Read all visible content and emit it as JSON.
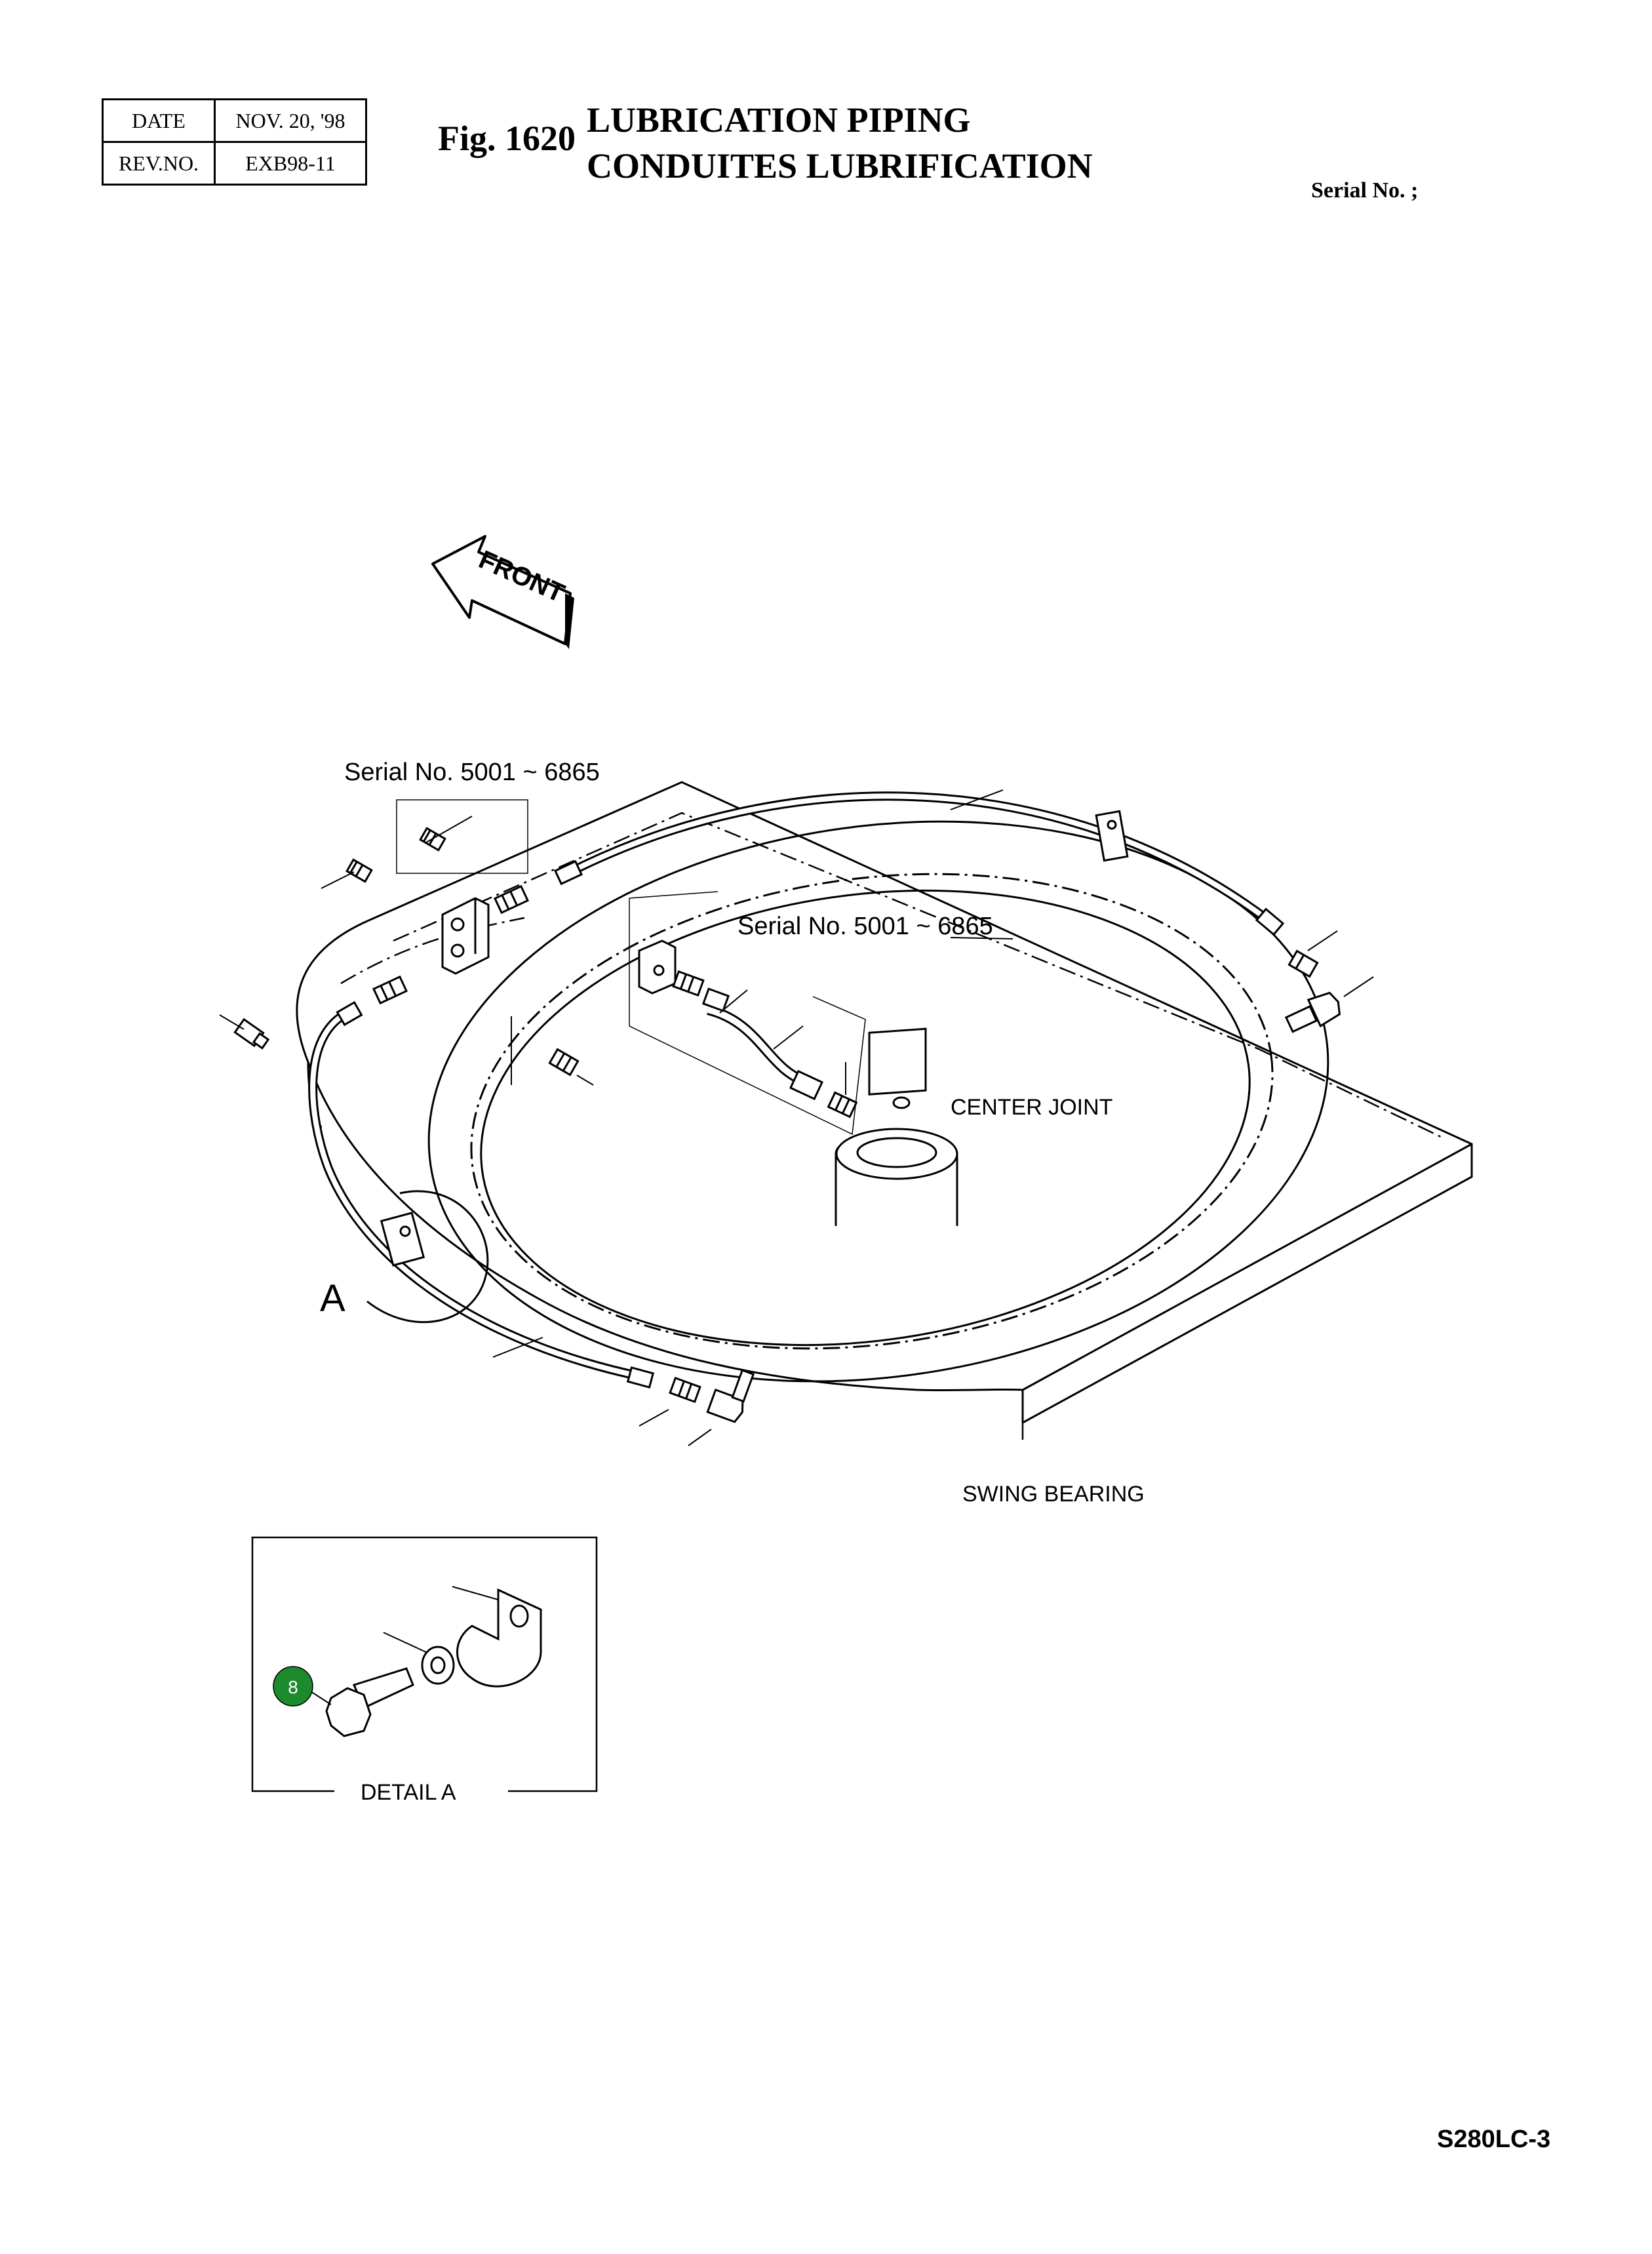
{
  "revision": {
    "date_label": "DATE",
    "date_value": "NOV. 20, '98",
    "rev_label": "REV.NO.",
    "rev_value": "EXB98-11"
  },
  "figure": {
    "number": "Fig. 1620",
    "title_en": "LUBRICATION PIPING",
    "title_fr": "CONDUITES LUBRIFICATION"
  },
  "serial_header": "Serial No. ;",
  "diagram": {
    "front_label": "FRONT",
    "serial_range_1": "Serial No. 5001 ~ 6865",
    "serial_range_2": "Serial No. 5001 ~ 6865",
    "center_joint": "CENTER JOINT",
    "swing_bearing": "SWING BEARING",
    "detail_callout": "A",
    "detail_title": "DETAIL   A",
    "callout_number": "8",
    "callout_color": "#1e8a2e"
  },
  "model": "S280LC-3"
}
